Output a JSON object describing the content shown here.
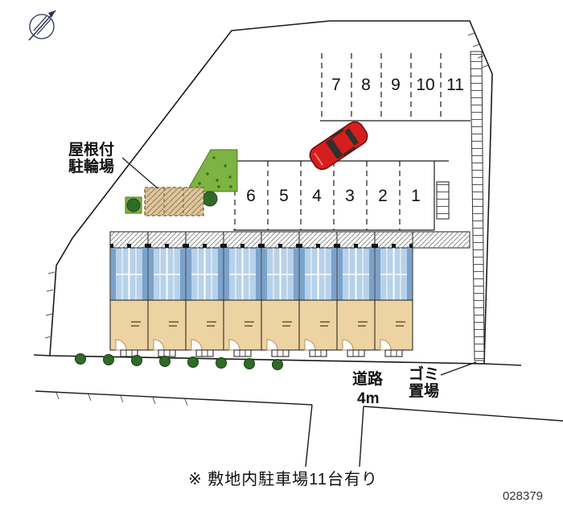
{
  "page": {
    "note": "※ 敷地内駐車場11台有り",
    "plan_number": "028379"
  },
  "parking": {
    "top_row_numbers": [
      "7",
      "8",
      "9",
      "10",
      "11"
    ],
    "middle_row_numbers": [
      "6",
      "5",
      "4",
      "3",
      "2",
      "1"
    ]
  },
  "labels": {
    "bike_parking_line1": "屋根付",
    "bike_parking_line2": "駐輪場",
    "road_line1": "道路",
    "road_line2": "4m",
    "garbage_line1": "ゴミ",
    "garbage_line2": "置場"
  },
  "icons": {
    "compass": "north-compass-arrow",
    "car": "red-car-top-view",
    "tree": "round-shrub"
  },
  "colors": {
    "car_red": "#d61e1e",
    "grass_green": "#7cb342",
    "tree_green": "#2f6b27",
    "building_blue": "#b7d1ea",
    "building_blue_dark": "#7aa3cc",
    "building_tan": "#eed3a2",
    "bike_area_tan": "#dcc79e"
  }
}
